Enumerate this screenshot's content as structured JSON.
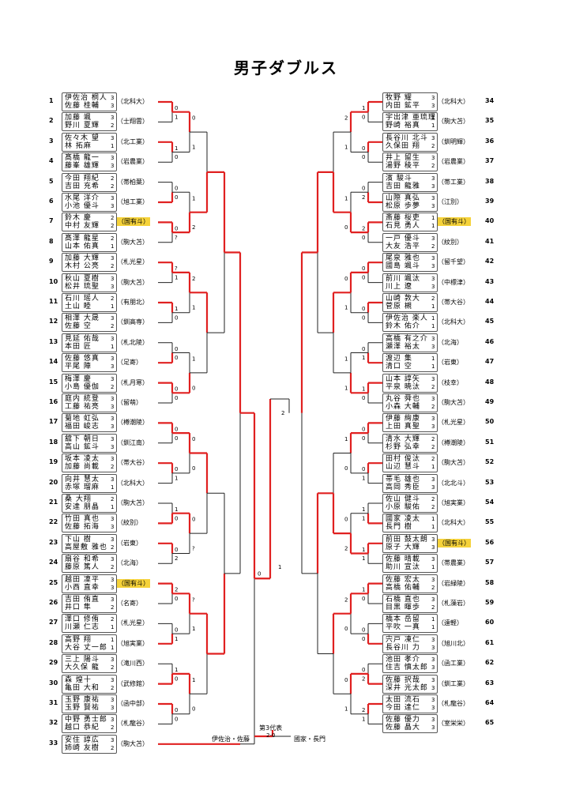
{
  "title": "男子ダブルス",
  "colors": {
    "winner_line": "#e02020",
    "normal_line": "#222222",
    "highlight": "#f5d23a"
  },
  "left_entries": [
    {
      "no": "1",
      "p1": "伊佐治 桐人",
      "g1": "3",
      "p2": "佐藤 桂輔",
      "g2": "3",
      "school": "（北科大）"
    },
    {
      "no": "2",
      "p1": "加藤 颯",
      "g1": "3",
      "p2": "野川 夏輝",
      "g2": "2",
      "school": "（士翔雲）"
    },
    {
      "no": "3",
      "p1": "佐々木 望",
      "g1": "3",
      "p2": "林 拓麻",
      "g2": "1",
      "school": "（北工業）"
    },
    {
      "no": "4",
      "p1": "髙橋 龍一",
      "g1": "3",
      "p2": "藤峯 雄輝",
      "g2": "3",
      "school": "（岩農業）"
    },
    {
      "no": "5",
      "p1": "今田 翔紀",
      "g1": "2",
      "p2": "吉田 充希",
      "g2": "2",
      "school": "（帯柏葉）"
    },
    {
      "no": "6",
      "p1": "水尾 洋介",
      "g1": "3",
      "p2": "小池 優斗",
      "g2": "3",
      "school": "（旭工業）"
    },
    {
      "no": "7",
      "p1": "鈴木 慶",
      "g1": "2",
      "p2": "中村 友輝",
      "g2": "2",
      "school": "（国有斗）",
      "hl": true
    },
    {
      "no": "8",
      "p1": "髙澤 龍星",
      "g1": "2",
      "p2": "山本 佑真",
      "g2": "1",
      "school": "（駒大苫）"
    },
    {
      "no": "9",
      "p1": "加藤 大輝",
      "g1": "3",
      "p2": "木村 公亮",
      "g2": "2",
      "school": "（札光星）"
    },
    {
      "no": "10",
      "p1": "秋山 夏樹",
      "g1": "3",
      "p2": "松井 琉聖",
      "g2": "3",
      "school": "（駒大苫）"
    },
    {
      "no": "11",
      "p1": "石川 瑶人",
      "g1": "2",
      "p2": "土山 睦",
      "g2": "1",
      "school": "（有朋北）"
    },
    {
      "no": "12",
      "p1": "相澤 大晟",
      "g1": "3",
      "p2": "佐藤 空",
      "g2": "2",
      "school": "（釧高専）"
    },
    {
      "no": "13",
      "p1": "見延 佑哉",
      "g1": "3",
      "p2": "本田 匠",
      "g2": "1",
      "school": "（札北陵）"
    },
    {
      "no": "14",
      "p1": "佐藤 悠真",
      "g1": "3",
      "p2": "平尾 陣",
      "g2": "3",
      "school": "（足寄）"
    },
    {
      "no": "15",
      "p1": "梅澤 慶",
      "g1": "3",
      "p2": "小島 優伽",
      "g2": "2",
      "school": "（札月寒）"
    },
    {
      "no": "16",
      "p1": "庭内 統登",
      "g1": "3",
      "p2": "工藤 祐亮",
      "g2": "3",
      "school": "（留萌）"
    },
    {
      "no": "17",
      "p1": "菊地 虹弘",
      "g1": "3",
      "p2": "福田 峻志",
      "g2": "3",
      "school": "（樽潮陵）"
    },
    {
      "no": "18",
      "p1": "舘下 朝日",
      "g1": "3",
      "p2": "高山 鉱斗",
      "g2": "3",
      "school": "（釧江南）"
    },
    {
      "no": "19",
      "p1": "坂本 凌太",
      "g1": "3",
      "p2": "加藤 尚載",
      "g2": "2",
      "school": "（帯大谷）"
    },
    {
      "no": "20",
      "p1": "向井 慧太",
      "g1": "3",
      "p2": "赤塚 瑠麻",
      "g2": "1",
      "school": "（北科大）"
    },
    {
      "no": "21",
      "p1": "桑 大翔",
      "g1": "2",
      "p2": "安達 朋晶",
      "g2": "1",
      "school": "（駒大苫）"
    },
    {
      "no": "22",
      "p1": "竹田 真也",
      "g1": "3",
      "p2": "佐藤 拓海",
      "g2": "3",
      "school": "（紋別）"
    },
    {
      "no": "23",
      "p1": "下山 樹",
      "g1": "3",
      "p2": "高屋敷 雅也",
      "g2": "2",
      "school": "（岩東）"
    },
    {
      "no": "24",
      "p1": "扇谷 和希",
      "g1": "3",
      "p2": "藤原 篤人",
      "g2": "2",
      "school": "（北海）"
    },
    {
      "no": "25",
      "p1": "越田 凜平",
      "g1": "3",
      "p2": "小西 直幸",
      "g2": "3",
      "school": "（国有斗）",
      "hl": true
    },
    {
      "no": "26",
      "p1": "吉田 侑直",
      "g1": "3",
      "p2": "井口 隼",
      "g2": "2",
      "school": "（名寄）"
    },
    {
      "no": "27",
      "p1": "澤口 修侑",
      "g1": "2",
      "p2": "川瀬 仁志",
      "g2": "1",
      "school": "（札光星）"
    },
    {
      "no": "28",
      "p1": "高野 翔",
      "g1": "1",
      "p2": "大谷 丈一郎",
      "g2": "1",
      "school": "（旭実業）"
    },
    {
      "no": "29",
      "p1": "三上 陽斗",
      "g1": "3",
      "p2": "大久保 龍",
      "g2": "2",
      "school": "（滝川西）"
    },
    {
      "no": "30",
      "p1": "森 煌十",
      "g1": "3",
      "p2": "亀田 大和",
      "g2": "2",
      "school": "（武修館）"
    },
    {
      "no": "31",
      "p1": "玉野 康祐",
      "g1": "3",
      "p2": "玉野 賢祐",
      "g2": "3",
      "school": "（函中部）"
    },
    {
      "no": "32",
      "p1": "中野 勇士郎",
      "g1": "3",
      "p2": "越口 恭紀",
      "g2": "2",
      "school": "（札龍谷）"
    },
    {
      "no": "33",
      "p1": "安住 諄広",
      "g1": "3",
      "p2": "姉崎 友樹",
      "g2": "2",
      "school": "（駒大苫）"
    }
  ],
  "right_entries": [
    {
      "no": "34",
      "p1": "牧野 耀",
      "g1": "3",
      "p2": "内田 鉱平",
      "g2": "3",
      "school": "（北科大）"
    },
    {
      "no": "35",
      "p1": "宇出津 亜琉理",
      "g1": "1",
      "p2": "野崎 裕真",
      "g2": "1",
      "school": "（駒大苫）"
    },
    {
      "no": "36",
      "p1": "長谷川 北斗",
      "g1": "3",
      "p2": "久保田 翔",
      "g2": "2",
      "school": "（釧明輝）"
    },
    {
      "no": "37",
      "p1": "井上 留生",
      "g1": "3",
      "p2": "湯野 稜平",
      "g2": "2",
      "school": "（岩農業）"
    },
    {
      "no": "38",
      "p1": "濱 駿斗",
      "g1": "3",
      "p2": "吉田 龍雅",
      "g2": "3",
      "school": "（帯工業）"
    },
    {
      "no": "39",
      "p1": "山際 真弘",
      "g1": "3",
      "p2": "松原 歩夢",
      "g2": "3",
      "school": "（江別）"
    },
    {
      "no": "40",
      "p1": "斎藤 桜吏",
      "g1": "1",
      "p2": "石見 勇人",
      "g2": "1",
      "school": "（国有斗）",
      "hl": true
    },
    {
      "no": "41",
      "p1": "一戸 優斗",
      "g1": "3",
      "p2": "大友 浩平",
      "g2": "2",
      "school": "（紋別）"
    },
    {
      "no": "42",
      "p1": "尾泉 雅也",
      "g1": "3",
      "p2": "國島 颯斗",
      "g2": "3",
      "school": "（留千望）"
    },
    {
      "no": "43",
      "p1": "前川 颯汰",
      "g1": "3",
      "p2": "川上 遼",
      "g2": "3",
      "school": "（中標津）"
    },
    {
      "no": "44",
      "p1": "山崎 敦大",
      "g1": "2",
      "p2": "菅原 槻",
      "g2": "1",
      "school": "（帯大谷）"
    },
    {
      "no": "45",
      "p1": "伊佐治 楽人",
      "g1": "1",
      "p2": "鈴木 佑介",
      "g2": "1",
      "school": "（北科大）"
    },
    {
      "no": "46",
      "p1": "高橋 有之介",
      "g1": "3",
      "p2": "瀬澤 裕太",
      "g2": "3",
      "school": "（北海）"
    },
    {
      "no": "47",
      "p1": "渡辺 集",
      "g1": "1",
      "p2": "清口 空",
      "g2": "1",
      "school": "（岩東）"
    },
    {
      "no": "48",
      "p1": "山本 諄矢",
      "g1": "3",
      "p2": "平泉 暁汰",
      "g2": "2",
      "school": "（枝幸）"
    },
    {
      "no": "49",
      "p1": "丸谷 舜也",
      "g1": "3",
      "p2": "小森 大輔",
      "g2": "2",
      "school": "（駒大苫）"
    },
    {
      "no": "50",
      "p1": "伊藤 絢康",
      "g1": "3",
      "p2": "上田 真聖",
      "g2": "3",
      "school": "（札光星）"
    },
    {
      "no": "51",
      "p1": "清水 大輝",
      "g1": "2",
      "p2": "杉野 弘幸",
      "g2": "2",
      "school": "（樽潮陵）"
    },
    {
      "no": "52",
      "p1": "田村 俊汰",
      "g1": "2",
      "p2": "山辺 慧斗",
      "g2": "1",
      "school": "（駒大苫）"
    },
    {
      "no": "53",
      "p1": "帯毛 雄也",
      "g1": "3",
      "p2": "高岡 秀臣",
      "g2": "3",
      "school": "（北北斗）"
    },
    {
      "no": "54",
      "p1": "佐山 健斗",
      "g1": "2",
      "p2": "小原 駿佑",
      "g2": "2",
      "school": "（旭実業）"
    },
    {
      "no": "55",
      "p1": "國家 凌太",
      "g1": "1",
      "p2": "長門 樹",
      "g2": "1",
      "school": "（北科大）"
    },
    {
      "no": "56",
      "p1": "前田 鼓太朗",
      "g1": "3",
      "p2": "原子 大輝",
      "g2": "3",
      "school": "（国有斗）",
      "hl": true
    },
    {
      "no": "57",
      "p1": "佐藤 晴載",
      "g1": "3",
      "p2": "助川 宣汰",
      "g2": "1",
      "school": "（帯農業）"
    },
    {
      "no": "58",
      "p1": "佐藤 宏太",
      "g1": "3",
      "p2": "高橋 佑輔",
      "g2": "2",
      "school": "（岩緑陵）"
    },
    {
      "no": "59",
      "p1": "石橋 直也",
      "g1": "3",
      "p2": "目黒 暉歩",
      "g2": "2",
      "school": "（札藻岩）"
    },
    {
      "no": "60",
      "p1": "橋本 岳留",
      "g1": "1",
      "p2": "平吹 一真",
      "g2": "1",
      "school": "（遠軽）"
    },
    {
      "no": "61",
      "p1": "宍戸 凍仁",
      "g1": "3",
      "p2": "長谷川 力",
      "g2": "3",
      "school": "（旭川北）"
    },
    {
      "no": "62",
      "p1": "池田 孝介",
      "g1": "3",
      "p2": "住吉 慎太郎",
      "g2": "3",
      "school": "（函工業）"
    },
    {
      "no": "63",
      "p1": "佐藤 択哉",
      "g1": "3",
      "p2": "深井 光太郎",
      "g2": "3",
      "school": "（釧工業）"
    },
    {
      "no": "64",
      "p1": "太田 流石",
      "g1": "3",
      "p2": "今田 達仁",
      "g2": "3",
      "school": "（札龍谷）"
    },
    {
      "no": "65",
      "p1": "佐藤 優力",
      "g1": "3",
      "p2": "佐藤 晶大",
      "g2": "3",
      "school": "（室栄栄）"
    }
  ],
  "scores": {
    "l1": [
      "0",
      "1",
      "0",
      "0",
      "?",
      "1",
      "0",
      "0",
      "0",
      "0",
      "1",
      "0",
      "2",
      "0",
      "1",
      "0"
    ],
    "l2": [
      "0",
      "1",
      "2",
      "1",
      "0",
      "0",
      "?",
      "1",
      "0",
      "0",
      "1",
      "1",
      "1",
      "0",
      "1",
      "1"
    ],
    "r1": [
      "1",
      "0",
      "0",
      "2",
      "0",
      "0",
      "0",
      "1",
      "0",
      "0",
      "1",
      "1",
      "1",
      "0",
      "0",
      "2"
    ],
    "r2": [
      "2",
      "1",
      "0",
      "1",
      "1",
      "0",
      "2",
      "0",
      "1",
      "1",
      "2",
      "0",
      "1",
      "0",
      "0",
      "2"
    ]
  },
  "finals": {
    "left_semi_score": "0",
    "right_semi_score": "2",
    "final_mid_score": "1",
    "third_place_label": "第3代表",
    "third_left": "伊佐治・佐藤",
    "third_right": "國家・長門",
    "third_score": "2-0"
  }
}
